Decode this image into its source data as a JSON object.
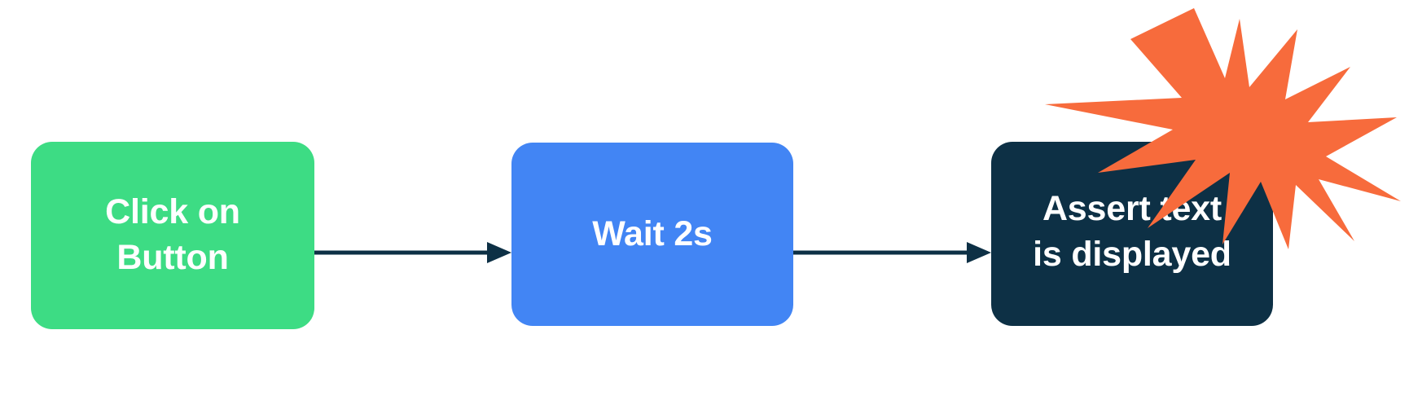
{
  "diagram": {
    "type": "flowchart",
    "orientation": "horizontal",
    "background_color": "#ffffff",
    "nodes": [
      {
        "id": "click-on-button",
        "label": "Click on\nButton",
        "shape": "rounded-rectangle",
        "fill_color": "#3DDC84",
        "text_color": "#ffffff"
      },
      {
        "id": "wait-2s",
        "label": "Wait 2s",
        "shape": "rounded-rectangle",
        "fill_color": "#4285F4",
        "text_color": "#ffffff"
      },
      {
        "id": "assert-text-is-displayed",
        "label": "Assert text\nis displayed",
        "shape": "rounded-rectangle",
        "fill_color": "#0D3045",
        "text_color": "#ffffff"
      }
    ],
    "connectors": [
      {
        "id": "connector-click-to-wait",
        "from": "click-on-button",
        "to": "wait-2s",
        "style": "solid-arrow",
        "color": "#0D3045"
      },
      {
        "id": "connector-wait-to-assert",
        "from": "wait-2s",
        "to": "assert-text-is-displayed",
        "style": "solid-arrow",
        "color": "#0D3045"
      }
    ],
    "decorations": [
      {
        "id": "starburst",
        "shape": "starburst",
        "points": 12,
        "fill_color": "#F76B3C",
        "attached_to": "assert-text-is-displayed"
      }
    ]
  }
}
